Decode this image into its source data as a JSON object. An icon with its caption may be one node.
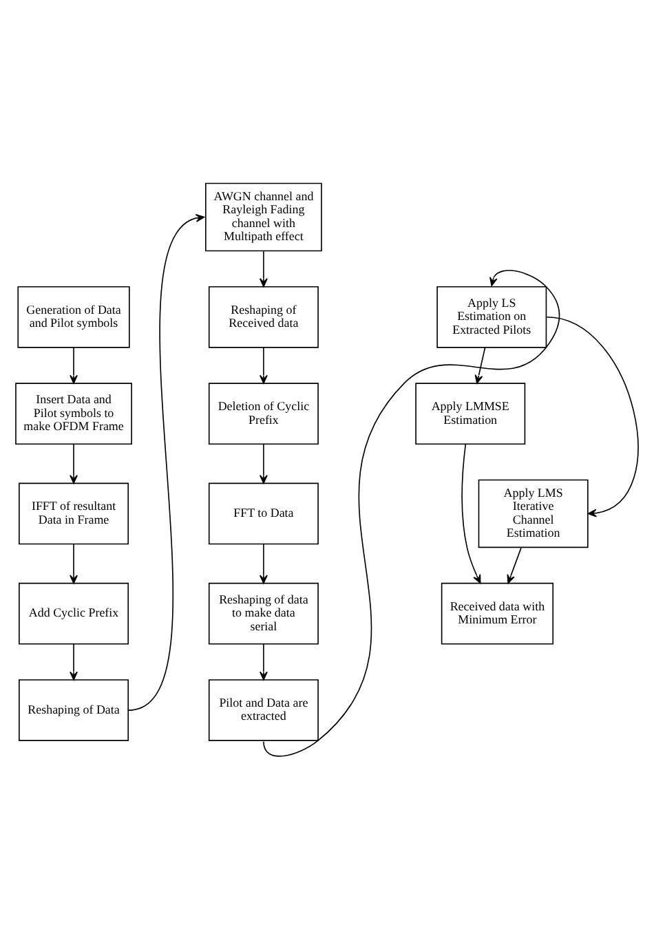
{
  "diagram": {
    "nodes": [
      {
        "text": [
          "Generation of Data and Pilot symbols"
        ]
      },
      {
        "text": [
          "Insert Data and Pilot symbols to make OFDM Frame"
        ]
      },
      {
        "text": [
          "IFFT of resultant Data in Frame"
        ]
      },
      {
        "text": [
          "Add Cyclic Prefix"
        ]
      },
      {
        "text": [
          "Reshaping of Data"
        ]
      },
      {
        "text": [
          "AWGN channel and Rayleigh Fading channel with Multipath effect"
        ]
      },
      {
        "text": [
          "Reshaping of Received data"
        ]
      },
      {
        "text": [
          "Deletion of Cyclic Prefix"
        ]
      },
      {
        "text": [
          "FFT to Data"
        ]
      },
      {
        "text": [
          "Reshaping of data to make data serial"
        ]
      },
      {
        "text": [
          "Pilot and Data are extracted"
        ]
      },
      {
        "text": [
          "Apply LS Estimation on Extracted Pilots"
        ]
      },
      {
        "text": [
          "Apply LMMSE Estimation"
        ]
      },
      {
        "text": [
          "Apply LMS Iterative Channel Estimation"
        ]
      },
      {
        "text": [
          "Received data with Minimum Error"
        ]
      }
    ],
    "edges": [
      {
        "from": 0,
        "to": 1,
        "arrow": "to"
      },
      {
        "from": 1,
        "to": 2,
        "arrow": "to"
      },
      {
        "from": 2,
        "to": 3,
        "arrow": "to"
      },
      {
        "from": 3,
        "to": 4,
        "arrow": "to"
      },
      {
        "from": 4,
        "to": 5,
        "arrow": "to"
      },
      {
        "from": 5,
        "to": 6,
        "arrow": "to"
      },
      {
        "from": 6,
        "to": 7,
        "arrow": "to"
      },
      {
        "from": 7,
        "to": 8,
        "arrow": "to"
      },
      {
        "from": 8,
        "to": 9,
        "arrow": "to"
      },
      {
        "from": 9,
        "to": 10,
        "arrow": "to"
      },
      {
        "from": 10,
        "to": 11,
        "arrow": "to"
      },
      {
        "from": 11,
        "to": 12,
        "arrow": "to"
      },
      {
        "from": 11,
        "to": 13,
        "arrow": "to"
      },
      {
        "from": 12,
        "to": 14,
        "arrow": "to"
      },
      {
        "from": 13,
        "to": 14,
        "arrow": "to"
      }
    ]
  }
}
